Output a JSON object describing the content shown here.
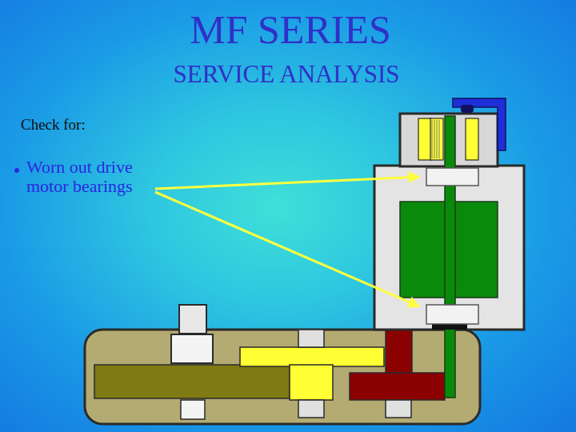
{
  "diagram": {
    "title": "MF SERIES",
    "labels": [
      "SERVICE ANALYSIS",
      "Check for:",
      "Worn out drive motor bearings"
    ]
  }
}
